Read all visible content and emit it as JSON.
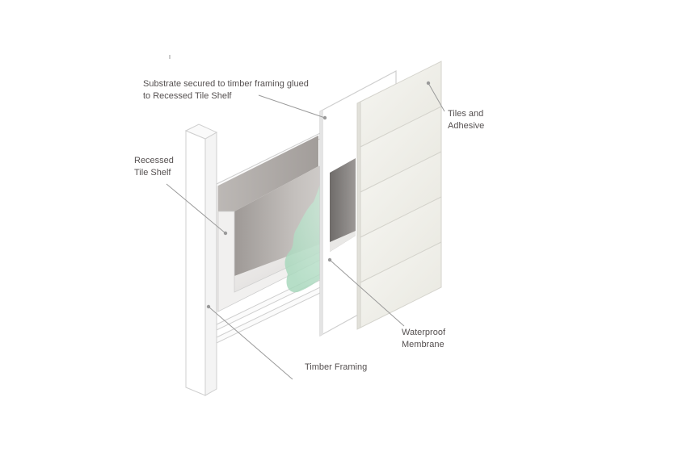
{
  "colors": {
    "background": "#ffffff",
    "outline": "#c9c9c9",
    "leader_line": "#9a9a9a",
    "label_text": "#555050",
    "membrane": "#bfe3cf",
    "shelf_dark": "#aaa5a2",
    "tile_face": "#f3f2ec"
  },
  "labels": {
    "substrate": {
      "line1": "Substrate secured to timber framing glued",
      "line2": "to Recessed Tile Shelf"
    },
    "tiles": {
      "line1": "Tiles and",
      "line2": "Adhesive"
    },
    "shelf": {
      "line1": "Recessed",
      "line2": "Tile Shelf"
    },
    "membrane": {
      "line1": "Waterproof",
      "line2": "Membrane"
    },
    "framing": {
      "line1": "Timber Framing"
    }
  }
}
